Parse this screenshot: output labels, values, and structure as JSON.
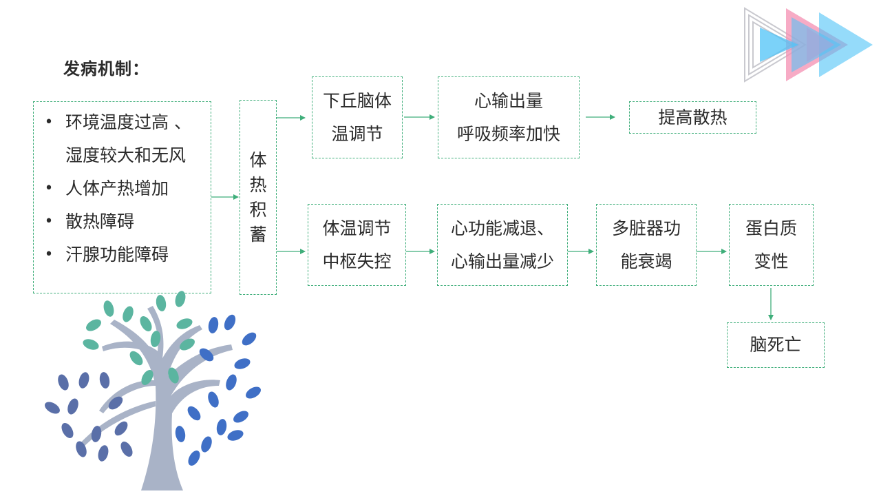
{
  "title": "发病机制：",
  "causes": [
    "环境温度过高 、",
    "湿度较大和无风",
    "人体产热增加",
    "散热障碍",
    "汗腺功能障碍"
  ],
  "accumulation": "体热积蓄",
  "upper_row": {
    "hypothalamus_line1": "下丘脑体",
    "hypothalamus_line2": "温调节",
    "cardiac_line1": "心输出量",
    "cardiac_line2": "呼吸频率加快",
    "heat_dissipation": "提高散热"
  },
  "lower_row": {
    "center_line1": "体温调节",
    "center_line2": "中枢失控",
    "cardiac_line1": "心功能减退、",
    "cardiac_line2": "心输出量减少",
    "organ_line1": "多脏器功",
    "organ_line2": "能衰竭",
    "protein_line1": "蛋白质",
    "protein_line2": "变性",
    "brain_death": "脑死亡"
  },
  "colors": {
    "connector": "#3fae7a",
    "text": "#2b2b2b",
    "trunk": "#a9b3c7",
    "leaf_teal": "#5bb5a0",
    "leaf_blue": "#3f6fc6",
    "leaf_navy": "#5a6fa8",
    "deco_pink": "#f48fb1",
    "deco_cyan": "#4fc3f7"
  }
}
